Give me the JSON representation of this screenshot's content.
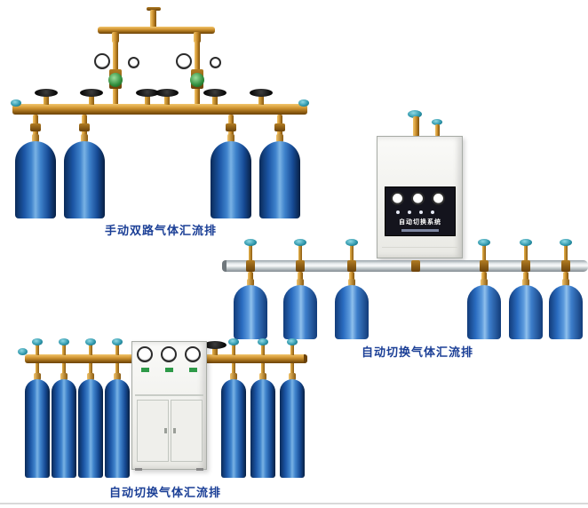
{
  "page": {
    "background": "#ffffff"
  },
  "figures": [
    {
      "type": "manual-double-manifold",
      "caption": "手动双路气体汇流排",
      "cylinder_count": 4,
      "gauge_count": 4,
      "regulator_count": 2,
      "handwheel_count": 6
    },
    {
      "type": "auto-switch-manifold-wall-cabinet",
      "caption": "自动切换气体汇流排",
      "cabinet": {
        "panel_text": "自动切换系统",
        "gauge_count": 3
      },
      "cylinder_count": 6
    },
    {
      "type": "auto-switch-manifold-floor-cabinet",
      "caption": "自动切换气体汇流排",
      "cabinet": {
        "gauge_count": 3
      },
      "cylinder_count": 7
    }
  ],
  "colors": {
    "caption_text": "#1b3f96",
    "cylinder_blue": "#1d5cab",
    "brass": "#cf9330",
    "aluminum": "#cfd6da",
    "valve_teal": "#2a93a8",
    "cabinet_white": "#f2f2ee"
  }
}
